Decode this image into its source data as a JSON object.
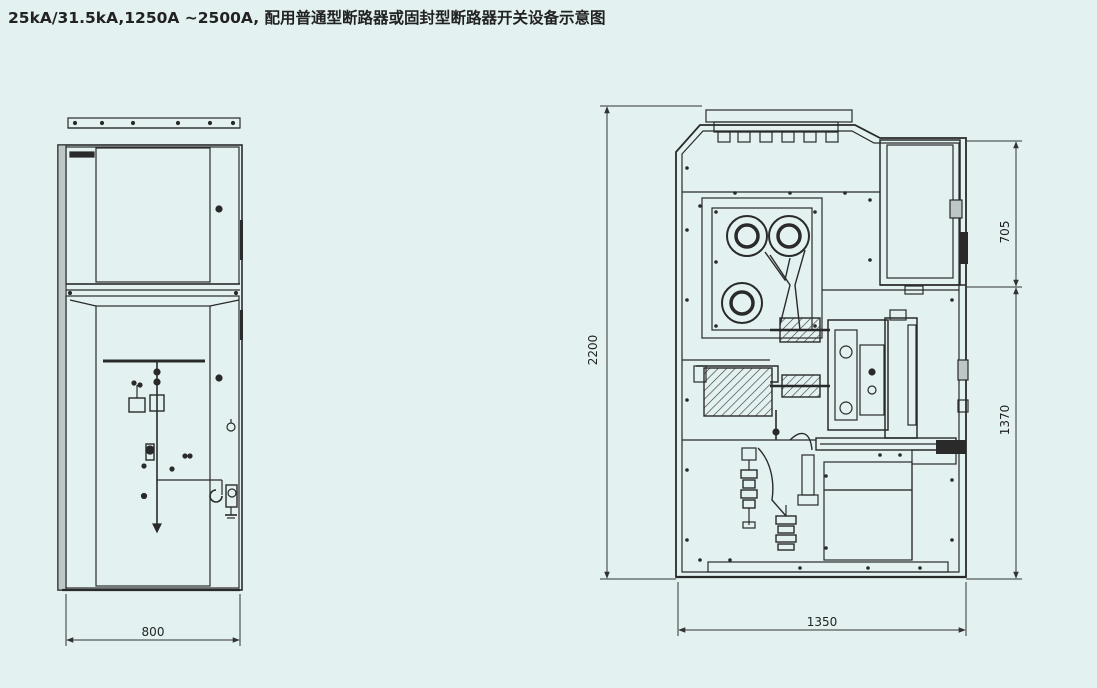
{
  "title": "25kA/31.5kA,1250A ~2500A, 配用普通型断路器或固封型断路器开关设备示意图",
  "front_view": {
    "width_label": "800"
  },
  "side_view": {
    "height_label": "2200",
    "width_label": "1350",
    "upper_label": "705",
    "lower_label": "1370"
  },
  "colors": {
    "background": "#e3f2f1",
    "line": "#2a2a2a",
    "text": "#222222"
  }
}
